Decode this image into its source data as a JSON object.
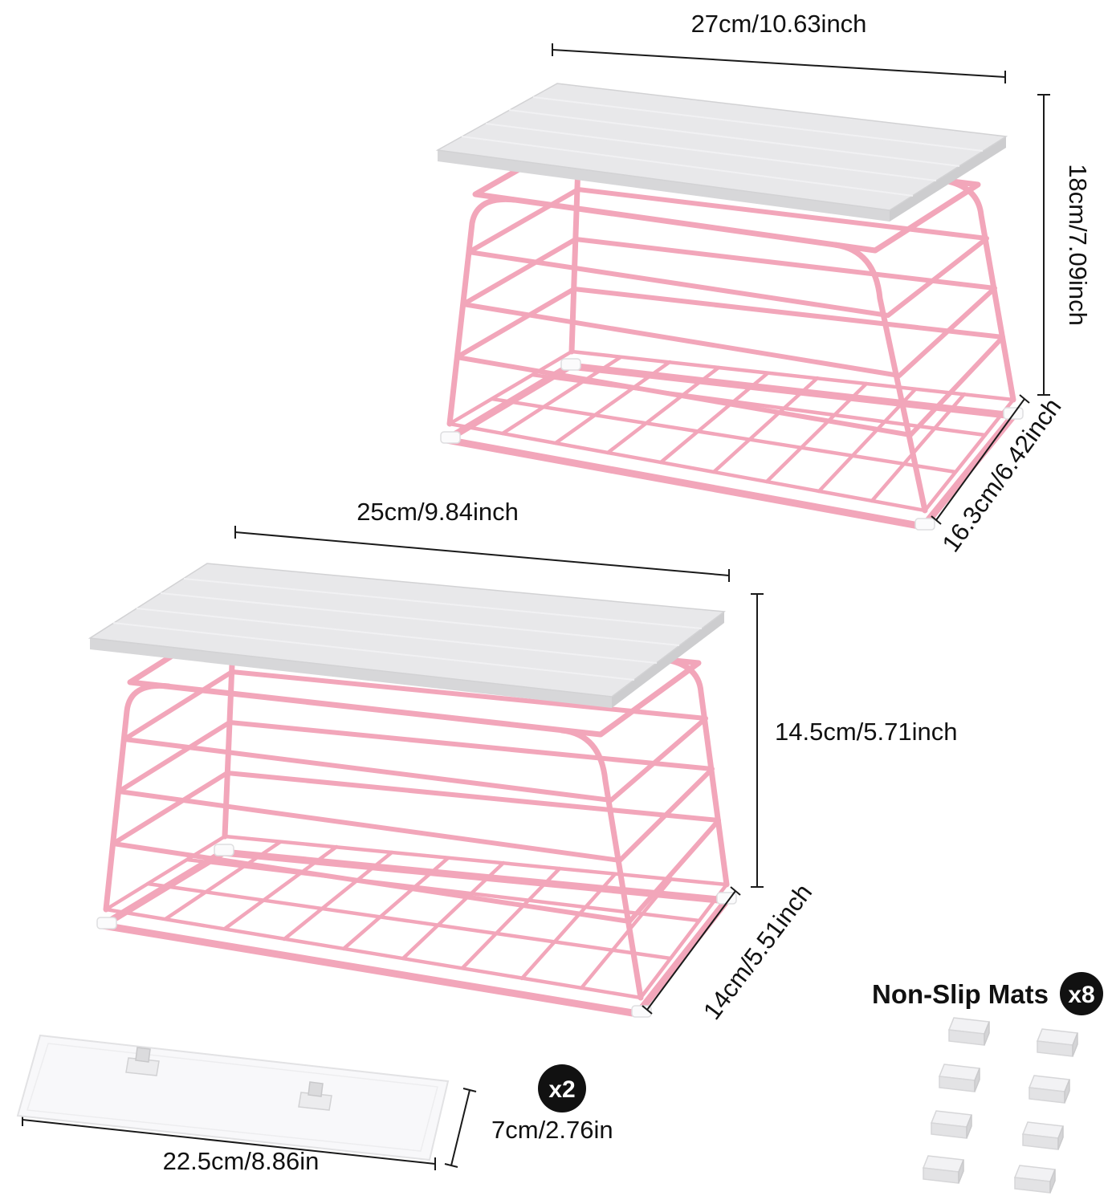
{
  "colors": {
    "background": "#FFFFFF",
    "wire_pink": "#F2A6BA",
    "board_top": "#E8E8EA",
    "board_front": "#D7D7D9",
    "board_side": "#CDCDCF",
    "dimension_line": "#1A1A1A",
    "badge_background": "#111111",
    "badge_text": "#FFFFFF",
    "mat_gray": "#E3E3E5"
  },
  "basket_large": {
    "width_label": "27cm/10.63inch",
    "height_label": "18cm/7.09inch",
    "depth_label": "16.3cm/6.42inch"
  },
  "basket_small": {
    "width_label": "25cm/9.84inch",
    "height_label": "14.5cm/5.71inch",
    "depth_label": "14cm/5.51inch"
  },
  "adhesive_strip": {
    "width_label": "22.5cm/8.86in",
    "height_label": "7cm/2.76in",
    "count_badge": "x2"
  },
  "non_slip_mats": {
    "label": "Non-Slip Mats",
    "count_badge": "x8"
  }
}
